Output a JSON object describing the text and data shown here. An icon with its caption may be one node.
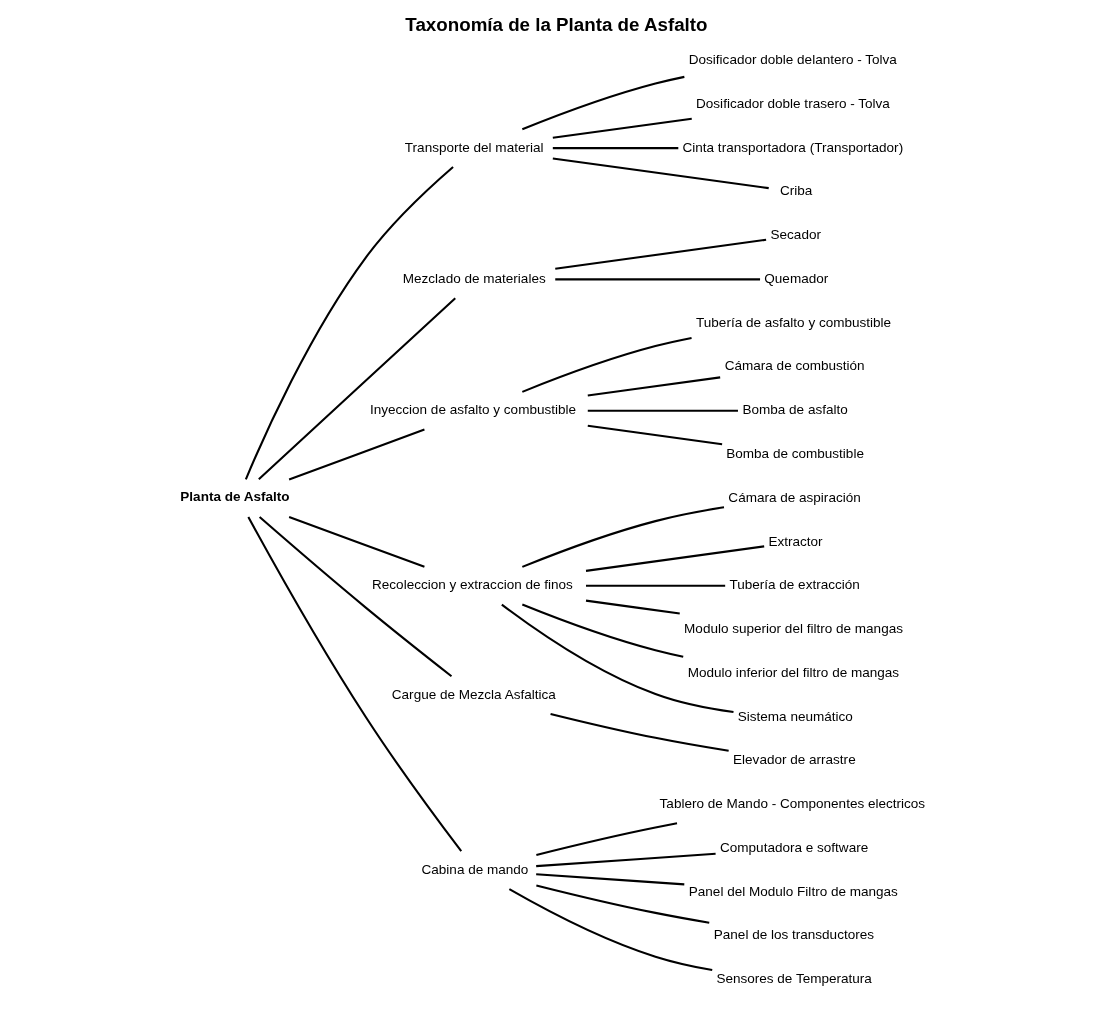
{
  "diagram": {
    "title": "Taxonomía de la Planta de Asfalto",
    "nodes": [
      {
        "text": [
          "Planta de Asfalto"
        ]
      },
      {
        "text": [
          "Transporte del material"
        ]
      },
      {
        "text": [
          "Dosificador doble delantero - Tolva"
        ]
      },
      {
        "text": [
          "Dosificador doble trasero - Tolva"
        ]
      },
      {
        "text": [
          "Cinta transportadora (Transportador)"
        ]
      },
      {
        "text": [
          "Criba"
        ]
      },
      {
        "text": [
          "Mezclado de materiales"
        ]
      },
      {
        "text": [
          "Secador"
        ]
      },
      {
        "text": [
          "Quemador"
        ]
      },
      {
        "text": [
          "Inyeccion de asfalto y combustible"
        ]
      },
      {
        "text": [
          "Tubería de asfalto y combustible"
        ]
      },
      {
        "text": [
          "Cámara de combustión"
        ]
      },
      {
        "text": [
          "Bomba de asfalto"
        ]
      },
      {
        "text": [
          "Bomba de combustible"
        ]
      },
      {
        "text": [
          "Recoleccion y extraccion de finos"
        ]
      },
      {
        "text": [
          "Cámara de aspiración"
        ]
      },
      {
        "text": [
          "Extractor"
        ]
      },
      {
        "text": [
          "Tubería de extracción"
        ]
      },
      {
        "text": [
          "Modulo superior del filtro de mangas"
        ]
      },
      {
        "text": [
          "Modulo inferior del filtro de mangas"
        ]
      },
      {
        "text": [
          "Sistema neumático"
        ]
      },
      {
        "text": [
          "Cargue de Mezcla Asfaltica"
        ]
      },
      {
        "text": [
          "Elevador de arrastre"
        ]
      },
      {
        "text": [
          "Cabina de mando"
        ]
      },
      {
        "text": [
          "Tablero de Mando - Componentes electricos"
        ]
      },
      {
        "text": [
          "Computadora e software"
        ]
      },
      {
        "text": [
          "Panel del Modulo Filtro de mangas"
        ]
      },
      {
        "text": [
          "Panel de los transductores"
        ]
      },
      {
        "text": [
          "Sensores de Temperatura"
        ]
      }
    ],
    "edges": [
      {
        "from": 0,
        "to": 1,
        "arrow": "none"
      },
      {
        "from": 0,
        "to": 6,
        "arrow": "none"
      },
      {
        "from": 0,
        "to": 9,
        "arrow": "none"
      },
      {
        "from": 0,
        "to": 14,
        "arrow": "none"
      },
      {
        "from": 0,
        "to": 21,
        "arrow": "none"
      },
      {
        "from": 0,
        "to": 23,
        "arrow": "none"
      },
      {
        "from": 1,
        "to": 2,
        "arrow": "none"
      },
      {
        "from": 1,
        "to": 3,
        "arrow": "none"
      },
      {
        "from": 1,
        "to": 4,
        "arrow": "none"
      },
      {
        "from": 1,
        "to": 5,
        "arrow": "none"
      },
      {
        "from": 6,
        "to": 7,
        "arrow": "none"
      },
      {
        "from": 6,
        "to": 8,
        "arrow": "none"
      },
      {
        "from": 9,
        "to": 10,
        "arrow": "none"
      },
      {
        "from": 9,
        "to": 11,
        "arrow": "none"
      },
      {
        "from": 9,
        "to": 12,
        "arrow": "none"
      },
      {
        "from": 9,
        "to": 13,
        "arrow": "none"
      },
      {
        "from": 14,
        "to": 15,
        "arrow": "none"
      },
      {
        "from": 14,
        "to": 16,
        "arrow": "none"
      },
      {
        "from": 14,
        "to": 17,
        "arrow": "none"
      },
      {
        "from": 14,
        "to": 18,
        "arrow": "none"
      },
      {
        "from": 14,
        "to": 19,
        "arrow": "none"
      },
      {
        "from": 14,
        "to": 20,
        "arrow": "none"
      },
      {
        "from": 21,
        "to": 22,
        "arrow": "none"
      },
      {
        "from": 23,
        "to": 24,
        "arrow": "none"
      },
      {
        "from": 23,
        "to": 25,
        "arrow": "none"
      },
      {
        "from": 23,
        "to": 26,
        "arrow": "none"
      },
      {
        "from": 23,
        "to": 27,
        "arrow": "none"
      },
      {
        "from": 23,
        "to": 28,
        "arrow": "none"
      }
    ]
  }
}
